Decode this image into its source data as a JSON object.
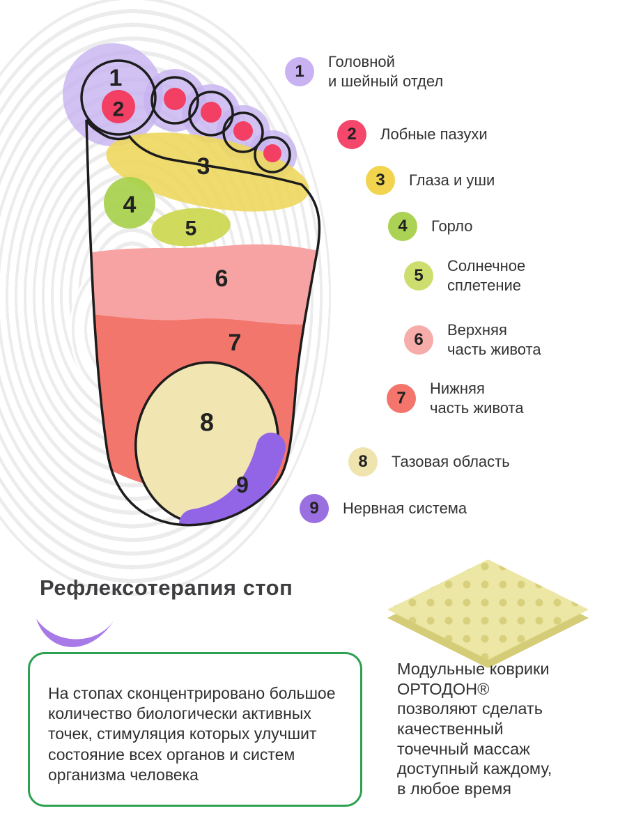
{
  "colors": {
    "zone1_purple": "#c7b3f0",
    "zone2_pink": "#f23f63",
    "zone3_yellow": "#eed75a",
    "zone4_green": "#a7d04b",
    "zone5_lime": "#ccd84f",
    "zone6_lightpink": "#f7a3a3",
    "zone7_salmon": "#f3766c",
    "zone8_cream": "#f1e5b2",
    "zone9_violet": "#9165e6",
    "outline_black": "#1c1c1c",
    "accent_green": "#2ea052",
    "swoosh_purple": "#a87ae8"
  },
  "foot": {
    "numbers": [
      "1",
      "2",
      "3",
      "4",
      "5",
      "6",
      "7",
      "8",
      "9"
    ]
  },
  "legend": {
    "items": [
      {
        "number": "1",
        "label": "Головной\nи шейный отдел",
        "color": "#c9b2f2"
      },
      {
        "number": "2",
        "label": "Лобные пазухи",
        "color": "#f4476b"
      },
      {
        "number": "3",
        "label": "Глаза и уши",
        "color": "#f2d44e"
      },
      {
        "number": "4",
        "label": "Горло",
        "color": "#abd254"
      },
      {
        "number": "5",
        "label": "Солнечное\nсплетение",
        "color": "#cede6e"
      },
      {
        "number": "6",
        "label": "Верхняя\nчасть живота",
        "color": "#f6aca8"
      },
      {
        "number": "7",
        "label": "Нижняя\nчасть живота",
        "color": "#f3756c"
      },
      {
        "number": "8",
        "label": "Тазовая область",
        "color": "#efe3ae"
      },
      {
        "number": "9",
        "label": "Нервная система",
        "color": "#9a6fe0"
      }
    ]
  },
  "bottom_left": {
    "title": "Рефлексотерапия стоп",
    "description": "На стопах сконцентрировано большое количество биологически активных точек, стимуляция которых улучшит состояние всех органов и систем организма человека"
  },
  "bottom_right": {
    "text": "Модульные коврики\nОРТОДОН®\nпозволяют сделать\nкачественный\nточечный массаж\nдоступный каждому,\nв любое время"
  }
}
